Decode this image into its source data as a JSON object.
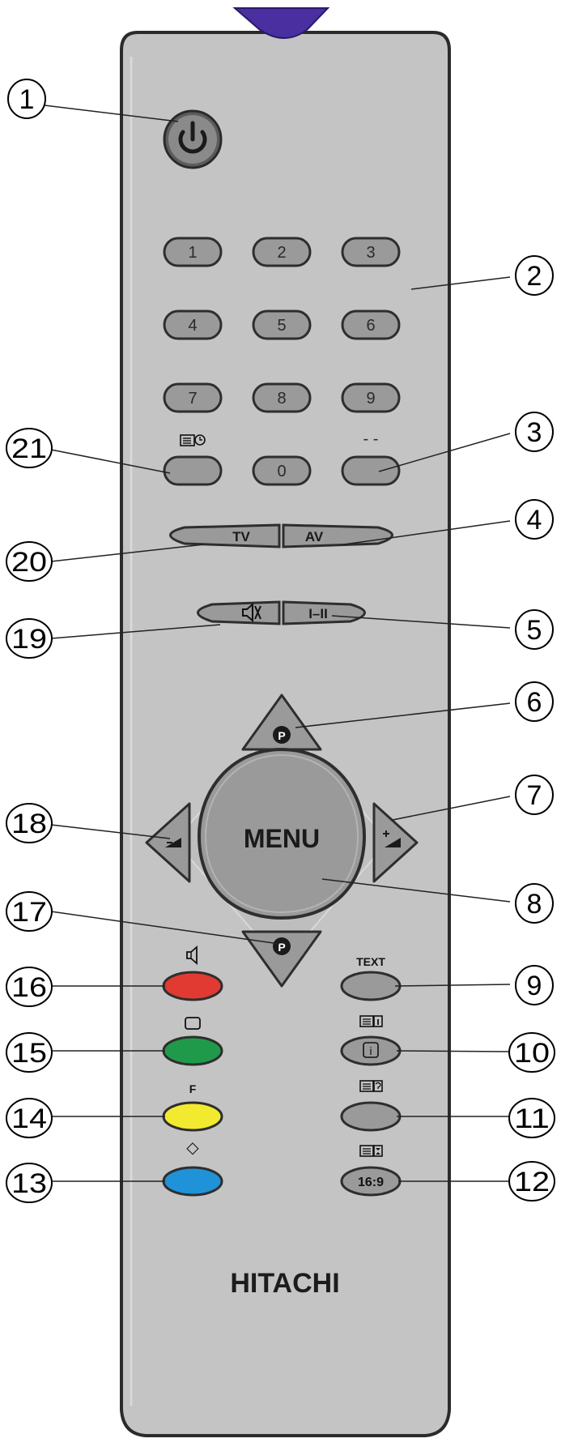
{
  "brand": "HITACHI",
  "buttons": {
    "digits": [
      "1",
      "2",
      "3",
      "4",
      "5",
      "6",
      "7",
      "8",
      "9",
      "0"
    ],
    "dash": "- -",
    "tv": "TV",
    "av": "AV",
    "sound_mode": "I–II",
    "menu": "MENU",
    "prog": "P",
    "text": "TEXT",
    "info_sym": "i",
    "aspect": "16:9",
    "f_label": "F",
    "diamond": "◇"
  },
  "callouts": [
    "1",
    "2",
    "3",
    "4",
    "5",
    "6",
    "7",
    "8",
    "9",
    "10",
    "11",
    "12",
    "13",
    "14",
    "15",
    "16",
    "17",
    "18",
    "19",
    "20",
    "21"
  ],
  "colors": {
    "body": "#c4c4c4",
    "button": "#9a9a9a",
    "red": "#e03a33",
    "green": "#1f9a4a",
    "yellow": "#f2ea2f",
    "blue": "#1f92d8",
    "ir_window": "#4a2fa0"
  }
}
